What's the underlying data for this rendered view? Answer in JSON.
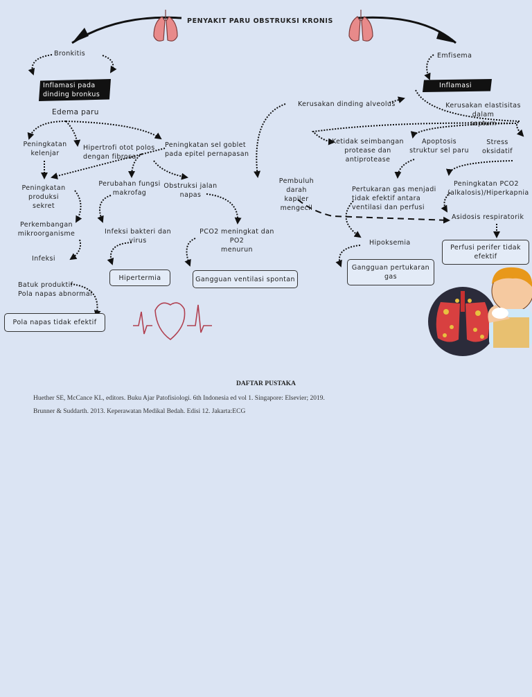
{
  "title": "PENYAKIT PARU OBSTRUKSI KRONIS",
  "nodes": {
    "bronkitis": "Bronkitis",
    "emfisema": "Emfisema",
    "inflamasi_bronkus": "Inflamasi pada\ndinding bronkus",
    "inflamasi": "Inflamasi",
    "edema_paru": "Edema paru",
    "kerusakan_alveolus": "Kerusakan dinding alveolus",
    "kerusakan_elastisitas": "Kerusakan elastisitas dalam\nseptum",
    "peningkatan_kelenjar": "Peningkatan\nkelenjar",
    "hipertrofi": "Hipertrofi otot polos\ndengan fibrosa",
    "peningkatan_goblet": "Peningkatan sel goblet\npada epitel pernapasan",
    "ketidakseimbangan": "Ketidak seimbangan\nprotease dan\nantiprotease",
    "apoptosis": "Apoptosis\nstruktur sel paru",
    "stress": "Stress\noksidatif",
    "produksi_sekret": "Peningkatan\nproduksi sekret",
    "perubahan_makrofag": "Perubahan fungsi\nmakrofag",
    "obstruksi": "Obstruksi jalan\nnapas",
    "pembuluh_darah": "Pembuluh darah\nkapiler mengecil",
    "pertukaran_gas": "Pertukaran gas menjadi\ntidak efektif antara\nventilasi dan perfusi",
    "peningkatan_pco2": "Peningkatan PCO2\n(alkalosis)/Hiperkapnia",
    "asidosis": "Asidosis respiratorik",
    "perkembangan": "Perkembangan\nmikroorganisme",
    "infeksi_bakteri": "Infeksi bakteri dan\nvirus",
    "pco2_po2": "PCO2 meningkat dan PO2\nmenurun",
    "hipoksemia": "Hipoksemia",
    "perfusi": "Perfusi perifer tidak\nefektif",
    "infeksi": "Infeksi",
    "hipertermia": "Hipertermia",
    "gangguan_ventilasi": "Gangguan ventilasi spontan",
    "gangguan_pertukaran": "Gangguan pertukaran\ngas",
    "batuk": "Batuk produktif\nPola napas abnormal",
    "pola_napas": "Pola napas tidak efektif"
  },
  "references": {
    "title": "DAFTAR PUSTAKA",
    "items": [
      "Huether SE, McCance KL, editors. Buku Ajar Patofisiologi. 6th Indonesia ed vol 1. Singapore: Elsevier; 2019.",
      "Brunner & Suddarth. 2013. Keperawatan Medikal Bedah. Edisi 12. Jakarta:ECG"
    ]
  },
  "colors": {
    "background": "#dbe4f3",
    "ink": "#222222",
    "lung": "#e88a8a",
    "heart_line": "#b04050"
  }
}
